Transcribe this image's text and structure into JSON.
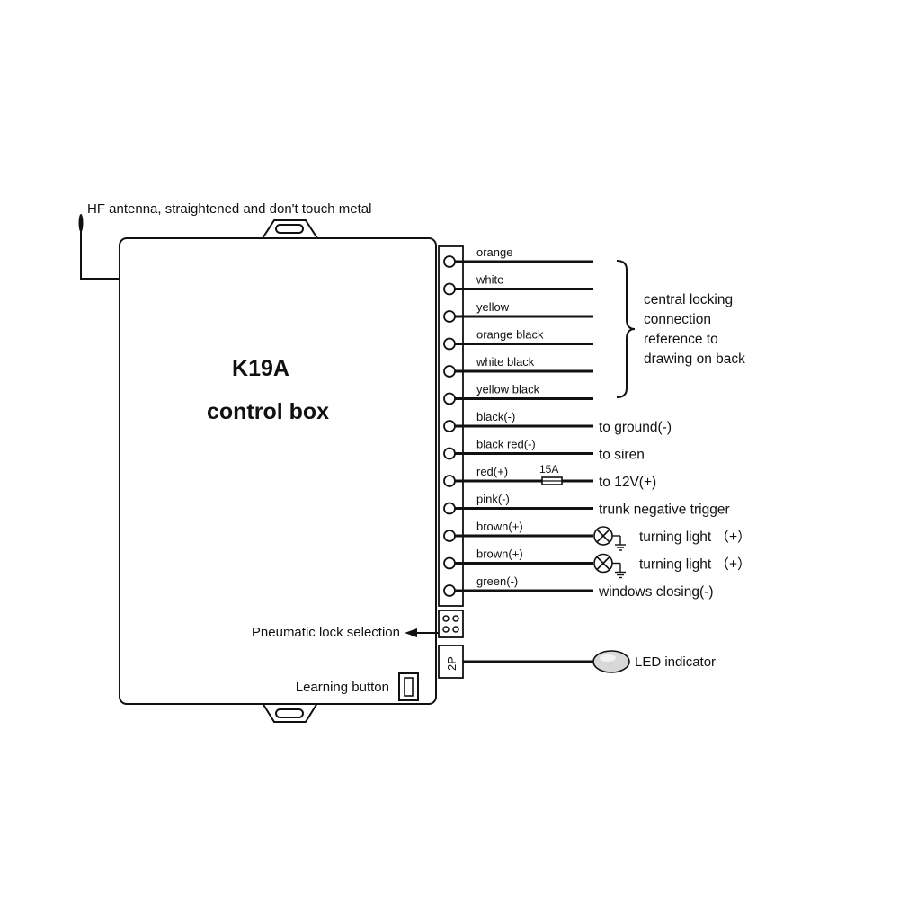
{
  "antenna_label": "HF antenna, straightened and don't touch metal",
  "box_title": "K19A",
  "box_subtitle": "control box",
  "wires": [
    {
      "label": "orange",
      "dest": ""
    },
    {
      "label": "white",
      "dest": ""
    },
    {
      "label": "yellow",
      "dest": ""
    },
    {
      "label": "orange black",
      "dest": ""
    },
    {
      "label": "white black",
      "dest": ""
    },
    {
      "label": "yellow black",
      "dest": ""
    },
    {
      "label": "black(-)",
      "dest": "to ground(-)"
    },
    {
      "label": "black red(-)",
      "dest": "to siren"
    },
    {
      "label": "red(+)",
      "dest": "to 12V(+)",
      "fuse": "15A"
    },
    {
      "label": "pink(-)",
      "dest": "trunk negative trigger"
    },
    {
      "label": "brown(+)",
      "dest": "turning light （+）",
      "lamp": true
    },
    {
      "label": "brown(+)",
      "dest": "turning light （+）",
      "lamp": true
    },
    {
      "label": "green(-)",
      "dest": "windows closing(-)"
    }
  ],
  "central_locking_note": [
    "central locking",
    "connection",
    "reference to",
    "drawing on back"
  ],
  "pneumatic_label": "Pneumatic lock selection",
  "connector_2p_label": "2P",
  "led_label": "LED indicator",
  "learning_label": "Learning button",
  "icons": {
    "antenna": "antenna-icon",
    "fuse": "fuse-icon",
    "lamp": "lamp-icon",
    "ground": "ground-icon",
    "led": "led-icon",
    "button": "push-button-icon"
  }
}
